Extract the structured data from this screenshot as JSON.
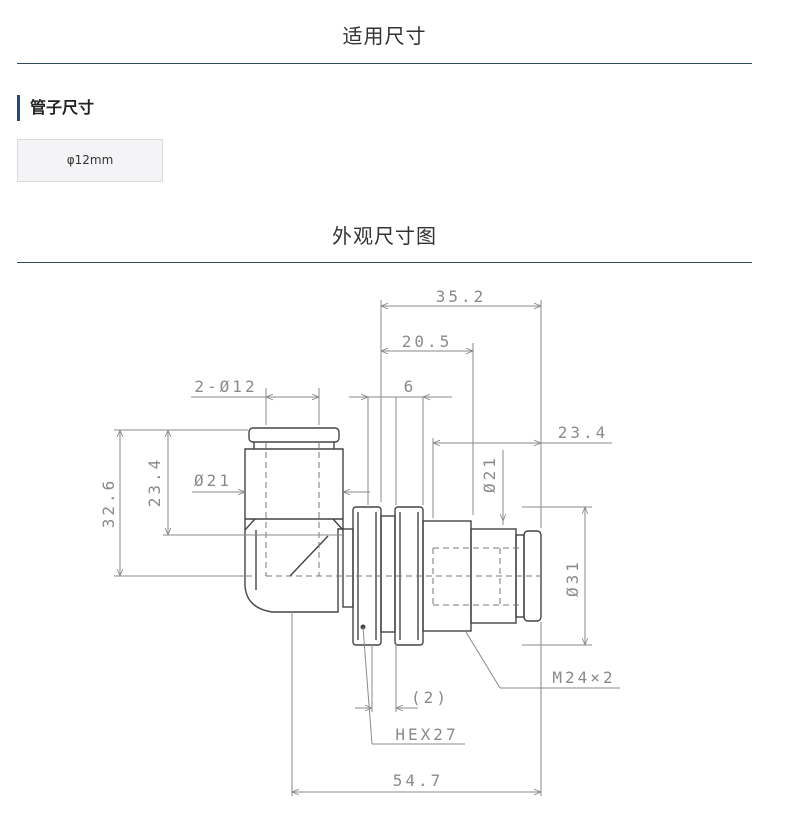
{
  "sections": {
    "applicable_size_title": "适用尺寸",
    "tube_size_heading": "管子尺寸",
    "tube_size_value": "φ12mm",
    "dimension_drawing_title": "外观尺寸图"
  },
  "drawing": {
    "labels": {
      "overall_width": "35.2",
      "center_to_face": "20.5",
      "flange_gap": "6",
      "tube_od": "2-Ø12",
      "right_offset": "23.4",
      "left_height_outer": "32.6",
      "left_height_inner": "23.4",
      "left_body_dia": "Ø21",
      "right_body_dia": "Ø21",
      "thread_dia": "Ø31",
      "thread": "M24×2",
      "thread_gap": "(2)",
      "hex": "HEX27",
      "total_length": "54.7"
    }
  }
}
